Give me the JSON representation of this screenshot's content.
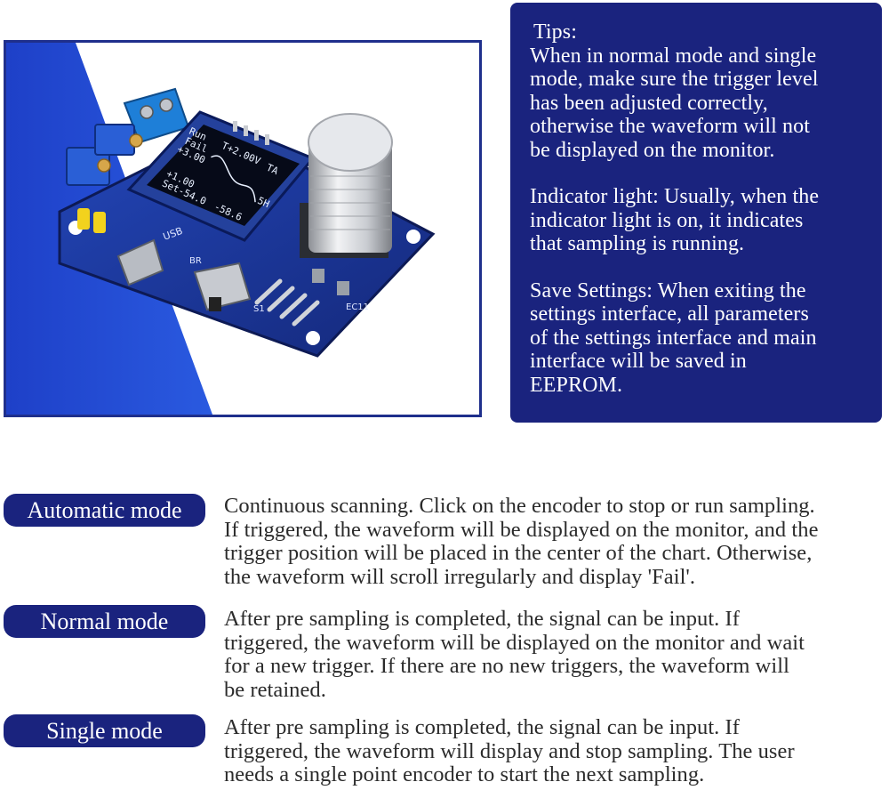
{
  "tips": {
    "title": "Tips:",
    "paragraphs": [
      "When in normal mode and single\nmode, make sure the trigger level\nhas been adjusted correctly,\notherwise the waveform will not\nbe displayed on the monitor.",
      "Indicator light: Usually, when the\nindicator light is on, it indicates\nthat sampling is running.",
      "Save Settings: When exiting the\nsettings interface, all parameters\nof the settings interface and main\ninterface will be saved in\nEEPROM."
    ]
  },
  "product_image": {
    "screen_lines": [
      "Run",
      "Fail",
      "+3.00",
      "T+2.00V",
      "TA",
      "+1.00",
      "Set-54.0",
      "-58.6",
      "5H"
    ],
    "silkscreen": [
      "USB",
      "BR",
      "S1",
      "EC11"
    ]
  },
  "modes": [
    {
      "label": "Automatic mode",
      "description": "Continuous scanning. Click on the encoder to stop or run sampling.\nIf triggered, the waveform will be displayed on the monitor, and the\ntrigger position will be placed in the center of the chart. Otherwise,\nthe waveform will scroll irregularly and display 'Fail'."
    },
    {
      "label": "Normal mode",
      "description": "After pre sampling is completed, the signal can be input. If\ntriggered, the waveform will be displayed on the monitor and wait\nfor a new trigger. If there are no new triggers, the waveform will\nbe retained."
    },
    {
      "label": "Single mode",
      "description": "After pre sampling is completed, the signal can be input. If\ntriggered, the waveform will display and stop sampling. The user\nneeds a single point encoder to start the next sampling."
    }
  ],
  "colors": {
    "navy": "#1a237e",
    "pcb_blue": "#1f3fa8",
    "text_dark": "#2b2b2b"
  }
}
